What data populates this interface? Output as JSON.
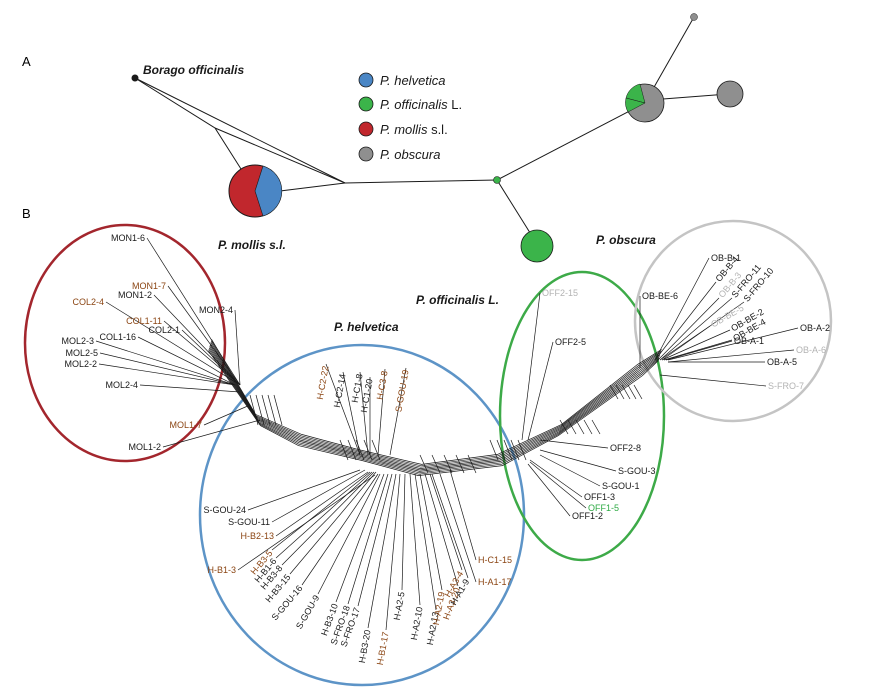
{
  "panels": {
    "a": "A",
    "b": "B"
  },
  "outgroup": {
    "label": "Borago officinalis"
  },
  "legend": [
    {
      "italic": "P. helvetica",
      "suffix": "",
      "color": "#4a86c5"
    },
    {
      "italic": "P. officinalis",
      "suffix": " L.",
      "color": "#3bb44a"
    },
    {
      "italic": "P. mollis",
      "suffix": " s.l.",
      "color": "#c1272d"
    },
    {
      "italic": "P. obscura",
      "suffix": "",
      "color": "#8f8f8f"
    }
  ],
  "groups": {
    "mollis": {
      "label": "P. mollis s.l.",
      "color": "#a3262d"
    },
    "helvetica": {
      "label": "P. helvetica",
      "color": "#5d94c7"
    },
    "officinalis": {
      "label": "P. officinalis L.",
      "color": "#3daa48"
    },
    "obscura": {
      "label": "P. obscura",
      "color": "#c4c4c4"
    }
  },
  "label_colors": {
    "black": "#1a1a1a",
    "brown": "#8b4513",
    "gray": "#b3b3b3",
    "green": "#2eaa44"
  },
  "taxa": [
    {
      "text": "MON1-6",
      "group": "mollis",
      "color": "black"
    },
    {
      "text": "MON1-7",
      "group": "mollis",
      "color": "brown"
    },
    {
      "text": "MON1-2",
      "group": "mollis",
      "color": "black"
    },
    {
      "text": "COL2-4",
      "group": "mollis",
      "color": "brown"
    },
    {
      "text": "COL1-11",
      "group": "mollis",
      "color": "brown"
    },
    {
      "text": "COL2-1",
      "group": "mollis",
      "color": "black"
    },
    {
      "text": "MON2-4",
      "group": "mollis",
      "color": "black"
    },
    {
      "text": "MOL2-3",
      "group": "mollis",
      "color": "black"
    },
    {
      "text": "COL1-16",
      "group": "mollis",
      "color": "black"
    },
    {
      "text": "MOL2-5",
      "group": "mollis",
      "color": "black"
    },
    {
      "text": "MOL2-2",
      "group": "mollis",
      "color": "black"
    },
    {
      "text": "MOL2-4",
      "group": "mollis",
      "color": "black"
    },
    {
      "text": "MOL1-7",
      "group": "mollis",
      "color": "brown"
    },
    {
      "text": "MOL1-2",
      "group": "mollis",
      "color": "black"
    },
    {
      "text": "H-C2-14",
      "group": "helvetica",
      "color": "black"
    },
    {
      "text": "H-C2-22",
      "group": "helvetica",
      "color": "brown"
    },
    {
      "text": "H-C1-8",
      "group": "helvetica",
      "color": "black"
    },
    {
      "text": "H-C1-20",
      "group": "helvetica",
      "color": "black"
    },
    {
      "text": "H-C3-8",
      "group": "helvetica",
      "color": "brown"
    },
    {
      "text": "S-GOU-19",
      "group": "helvetica",
      "color": "brown"
    },
    {
      "text": "S-GOU-24",
      "group": "helvetica",
      "color": "black"
    },
    {
      "text": "S-GOU-11",
      "group": "helvetica",
      "color": "black"
    },
    {
      "text": "H-B2-13",
      "group": "helvetica",
      "color": "brown"
    },
    {
      "text": "H-B3-5",
      "group": "helvetica",
      "color": "brown"
    },
    {
      "text": "H-B1-6",
      "group": "helvetica",
      "color": "black"
    },
    {
      "text": "H-B3-8",
      "group": "helvetica",
      "color": "black"
    },
    {
      "text": "H-B3-15",
      "group": "helvetica",
      "color": "black"
    },
    {
      "text": "H-B1-3",
      "group": "helvetica",
      "color": "brown"
    },
    {
      "text": "S-GOU-16",
      "group": "helvetica",
      "color": "black"
    },
    {
      "text": "S-GOU-9",
      "group": "helvetica",
      "color": "black"
    },
    {
      "text": "H-B3-10",
      "group": "helvetica",
      "color": "black"
    },
    {
      "text": "S-FRO-18",
      "group": "helvetica",
      "color": "black"
    },
    {
      "text": "S-FRO-17",
      "group": "helvetica",
      "color": "black"
    },
    {
      "text": "H-B3-20",
      "group": "helvetica",
      "color": "black"
    },
    {
      "text": "H-B1-17",
      "group": "helvetica",
      "color": "brown"
    },
    {
      "text": "H-A2-5",
      "group": "helvetica",
      "color": "black"
    },
    {
      "text": "H-A2-10",
      "group": "helvetica",
      "color": "black"
    },
    {
      "text": "H-A2-13",
      "group": "helvetica",
      "color": "black"
    },
    {
      "text": "H-A2-19",
      "group": "helvetica",
      "color": "brown"
    },
    {
      "text": "H-A3-20",
      "group": "helvetica",
      "color": "brown"
    },
    {
      "text": "H-A3-4",
      "group": "helvetica",
      "color": "brown"
    },
    {
      "text": "H-A1-9",
      "group": "helvetica",
      "color": "black"
    },
    {
      "text": "H-A1-17",
      "group": "helvetica",
      "color": "brown"
    },
    {
      "text": "H-C1-15",
      "group": "helvetica",
      "color": "brown"
    },
    {
      "text": "OFF2-15",
      "group": "officinalis",
      "color": "gray"
    },
    {
      "text": "OFF2-5",
      "group": "officinalis",
      "color": "black"
    },
    {
      "text": "OFF2-8",
      "group": "officinalis",
      "color": "black"
    },
    {
      "text": "S-GOU-3",
      "group": "officinalis",
      "color": "black"
    },
    {
      "text": "S-GOU-1",
      "group": "officinalis",
      "color": "black"
    },
    {
      "text": "OFF1-3",
      "group": "officinalis",
      "color": "black"
    },
    {
      "text": "OFF1-5",
      "group": "officinalis",
      "color": "green"
    },
    {
      "text": "OFF1-2",
      "group": "officinalis",
      "color": "black"
    },
    {
      "text": "OB-B-1",
      "group": "obscura",
      "color": "black"
    },
    {
      "text": "OB-B-4",
      "group": "obscura",
      "color": "black"
    },
    {
      "text": "OB-B-3",
      "group": "obscura",
      "color": "gray"
    },
    {
      "text": "S-FRO-11",
      "group": "obscura",
      "color": "black"
    },
    {
      "text": "S-FRO-10",
      "group": "obscura",
      "color": "black"
    },
    {
      "text": "OB-BE-6",
      "group": "obscura",
      "color": "black"
    },
    {
      "text": "OB-BE-2",
      "group": "obscura",
      "color": "black"
    },
    {
      "text": "OB-BE-5",
      "group": "obscura",
      "color": "gray"
    },
    {
      "text": "OB-BE-4",
      "group": "obscura",
      "color": "black"
    },
    {
      "text": "OB-A-2",
      "group": "obscura",
      "color": "black"
    },
    {
      "text": "OB-A-1",
      "group": "obscura",
      "color": "black"
    },
    {
      "text": "OB-A-6",
      "group": "obscura",
      "color": "gray"
    },
    {
      "text": "OB-A-5",
      "group": "obscura",
      "color": "black"
    },
    {
      "text": "S-FRO-7",
      "group": "obscura",
      "color": "gray"
    }
  ]
}
